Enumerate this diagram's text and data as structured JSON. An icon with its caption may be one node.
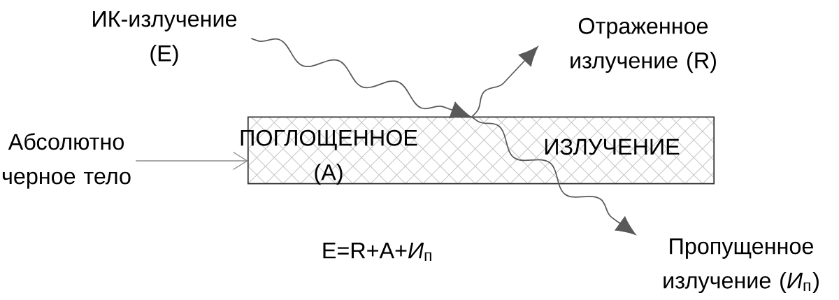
{
  "diagram": {
    "nodes": [
      {
        "text": [
          "Абсолютно черное тело"
        ]
      },
      {
        "text": [
          "ПОГЛОЩЕННОЕ (А)",
          "ИЗЛУЧЕНИЕ"
        ]
      },
      {
        "text": [
          "ИК-излучение (Е)"
        ]
      },
      {
        "text": [
          "Отраженное излучение (R)"
        ]
      },
      {
        "text": [
          "Пропущенное излучение (*И*$_{п}$)"
        ]
      }
    ],
    "edges": [
      {
        "from": 0,
        "to": 1,
        "arrow": "to"
      },
      {
        "from": 2,
        "to": 1,
        "arrow": "to"
      },
      {
        "from": 1,
        "to": 3,
        "arrow": "to"
      },
      {
        "from": 1,
        "to": 4,
        "arrow": "to"
      }
    ],
    "labels": [
      "E=R+A+*И*$_{п}$"
    ]
  }
}
